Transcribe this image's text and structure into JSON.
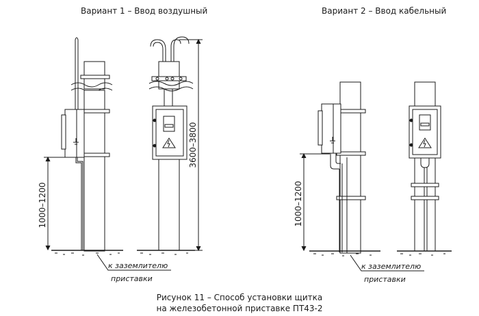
{
  "titles": {
    "variant1": "Вариант 1 – Ввод воздушный",
    "variant2": "Вариант 2 – Ввод кабельный"
  },
  "dimensions": {
    "height_left_1": "1000–1200",
    "height_total": "3600–3800",
    "height_left_2": "1000–1200"
  },
  "annotations": {
    "ground_line1_a": "к заземлителю",
    "ground_line1_b": "приставки",
    "ground_line2_a": "к заземлителю",
    "ground_line2_b": "приставки"
  },
  "caption": {
    "line1": "Рисунок 11 – Способ установки щитка",
    "line2": "на железобетонной приставке ПТ43-2"
  }
}
